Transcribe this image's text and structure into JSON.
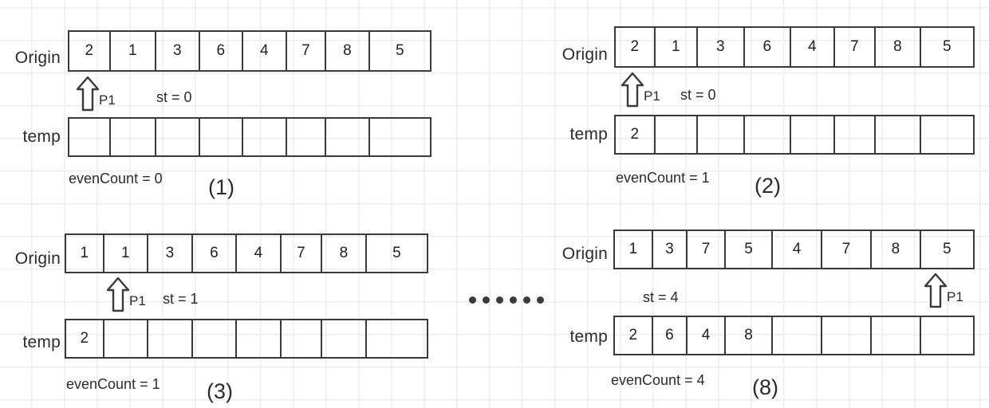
{
  "diagram": {
    "title_visible": false,
    "row_labels": {
      "origin": "Origin",
      "temp": "temp"
    },
    "pointer_label": "P1",
    "ellipsis_dots": 6,
    "colors": {
      "cell_border": "#3a3a3a",
      "grid": "#ededed",
      "text": "#2b2b2b",
      "background": "#ffffff"
    }
  },
  "panels": [
    {
      "id": "panel-1",
      "number": "(1)",
      "origin_label": "Origin",
      "temp_label": "temp",
      "origin": [
        "2",
        "1",
        "3",
        "6",
        "4",
        "7",
        "8",
        "5"
      ],
      "temp": [
        "",
        "",
        "",
        "",
        "",
        "",
        "",
        ""
      ],
      "pointer": {
        "label": "P1",
        "index": 0,
        "row": "origin"
      },
      "st": "st = 0",
      "even_count": "evenCount = 0"
    },
    {
      "id": "panel-2",
      "number": "(2)",
      "origin_label": "Origin",
      "temp_label": "temp",
      "origin": [
        "2",
        "1",
        "3",
        "6",
        "4",
        "7",
        "8",
        "5"
      ],
      "temp": [
        "2",
        "",
        "",
        "",
        "",
        "",
        "",
        ""
      ],
      "pointer": {
        "label": "P1",
        "index": 0,
        "row": "origin"
      },
      "st": "st = 0",
      "even_count": "evenCount = 1"
    },
    {
      "id": "panel-3",
      "number": "(3)",
      "origin_label": "Origin",
      "temp_label": "temp",
      "origin": [
        "1",
        "1",
        "3",
        "6",
        "4",
        "7",
        "8",
        "5"
      ],
      "temp": [
        "2",
        "",
        "",
        "",
        "",
        "",
        "",
        ""
      ],
      "pointer": {
        "label": "P1",
        "index": 1,
        "row": "origin"
      },
      "st": "st = 1",
      "even_count": "evenCount = 1"
    },
    {
      "id": "panel-8",
      "number": "(8)",
      "origin_label": "Origin",
      "temp_label": "temp",
      "origin": [
        "1",
        "3",
        "7",
        "5",
        "4",
        "7",
        "8",
        "5"
      ],
      "temp": [
        "2",
        "6",
        "4",
        "8",
        "",
        "",
        "",
        ""
      ],
      "pointer": {
        "label": "P1",
        "index": 7,
        "row": "origin"
      },
      "st": "st = 4",
      "even_count": "evenCount = 4"
    }
  ]
}
